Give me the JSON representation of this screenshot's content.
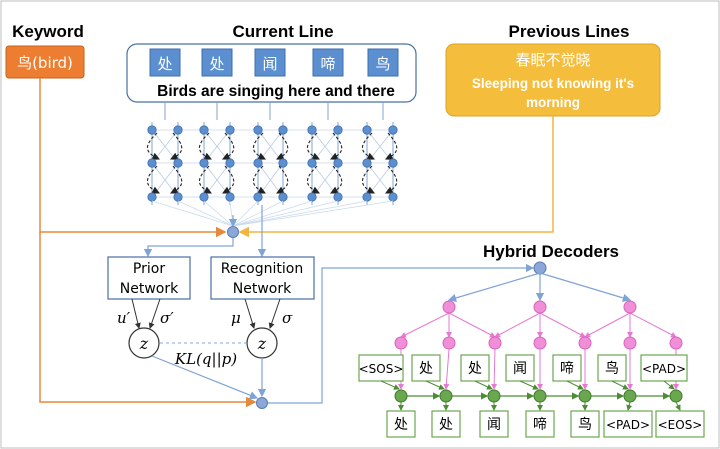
{
  "keyword": {
    "title": "Keyword",
    "value": "鸟(bird)"
  },
  "current_line": {
    "title": "Current Line",
    "chars": [
      "处",
      "处",
      "闻",
      "啼",
      "鸟"
    ],
    "translation": "Birds are singing here and there"
  },
  "previous_lines": {
    "title": "Previous Lines",
    "chinese": "春眠不觉晓",
    "english_line1": "Sleeping not knowing it's",
    "english_line2": "morning"
  },
  "prior_network": {
    "line1": "Prior",
    "line2": "Network",
    "mu": "u′",
    "sigma": "σ′"
  },
  "recognition_network": {
    "line1": "Recognition",
    "line2": "Network",
    "mu": "μ",
    "sigma": "σ"
  },
  "latent": {
    "z_label": "z",
    "kl_label": "KL(q||p)"
  },
  "hybrid_decoders": {
    "title": "Hybrid Decoders",
    "inputs": [
      "<SOS>",
      "处",
      "处",
      "闻",
      "啼",
      "鸟",
      "<PAD>"
    ],
    "outputs": [
      "处",
      "处",
      "闻",
      "啼",
      "鸟",
      "<PAD>",
      "<EOS>"
    ]
  },
  "colors": {
    "keyword_fill": "#ed7d31",
    "prev_fill": "#f5bd3c",
    "char_fill": "#5b8fd0",
    "node_blue": "#5b8fd0",
    "node_pink": "#f08fd8",
    "node_green": "#6aa84f",
    "orange_line": "#e58a3a",
    "gold_line": "#f2b640",
    "blue_line": "#7fa4d4"
  }
}
